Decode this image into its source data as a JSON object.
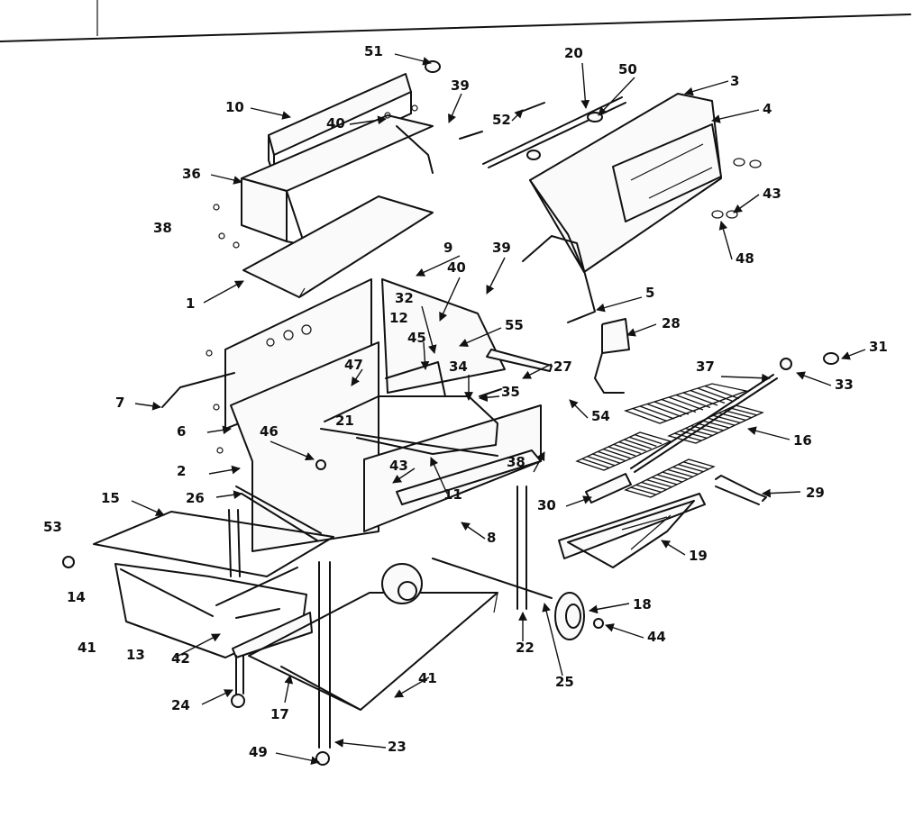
{
  "diagram": {
    "callouts": {
      "c1": "1",
      "c2": "2",
      "c3": "3",
      "c4": "4",
      "c5": "5",
      "c6": "6",
      "c7": "7",
      "c8": "8",
      "c9": "9",
      "c10": "10",
      "c11": "11",
      "c12": "12",
      "c13": "13",
      "c14": "14",
      "c15": "15",
      "c16": "16",
      "c17": "17",
      "c18": "18",
      "c19": "19",
      "c20": "20",
      "c21": "21",
      "c22": "22",
      "c23": "23",
      "c24": "24",
      "c25": "25",
      "c26": "26",
      "c27": "27",
      "c28": "28",
      "c29": "29",
      "c30": "30",
      "c31": "31",
      "c32": "32",
      "c33": "33",
      "c34": "34",
      "c35": "35",
      "c36": "36",
      "c37": "37",
      "c38a": "38",
      "c38b": "38",
      "c39a": "39",
      "c39b": "39",
      "c40a": "40",
      "c40b": "40",
      "c41a": "41",
      "c41b": "41",
      "c42": "42",
      "c43a": "43",
      "c43b": "43",
      "c44": "44",
      "c45": "45",
      "c46": "46",
      "c47": "47",
      "c48": "48",
      "c49": "49",
      "c50": "50",
      "c51": "51",
      "c52": "52",
      "c53": "53",
      "c54": "54",
      "c55": "55"
    }
  }
}
